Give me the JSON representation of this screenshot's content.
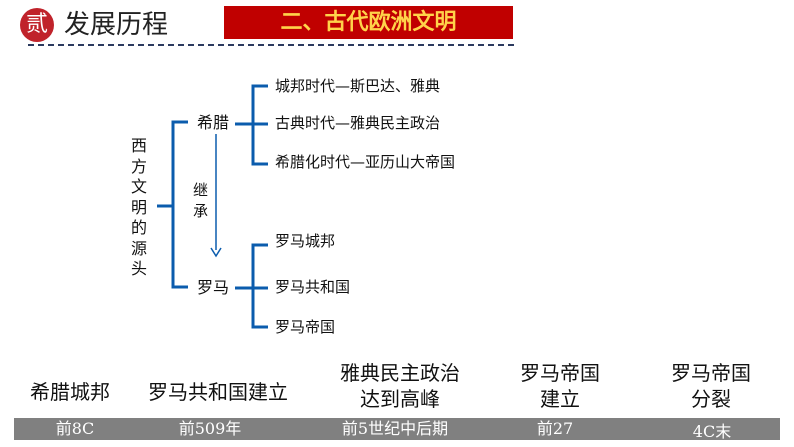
{
  "header": {
    "badge": "贰",
    "title": "发展历程",
    "banner": "二、古代欧洲文明"
  },
  "diagram": {
    "root": "西方文明的源头",
    "greece": {
      "label": "希腊",
      "items": [
        "城邦时代—斯巴达、雅典",
        "古典时代—雅典民主政治",
        "希腊化时代—亚历山大帝国"
      ]
    },
    "inherit": "继承",
    "rome": {
      "label": "罗马",
      "items": [
        "罗马城邦",
        "罗马共和国",
        "罗马帝国"
      ]
    }
  },
  "timeline": [
    {
      "event": "希腊城邦",
      "date": "前8C"
    },
    {
      "event": "罗马共和国建立",
      "date": "前509年"
    },
    {
      "event": "雅典民主政治达到高峰",
      "event_lines": [
        "雅典民主政治",
        "达到高峰"
      ],
      "date": "前5世纪中后期"
    },
    {
      "event_lines": [
        "罗马帝国",
        "建立"
      ],
      "date": "前27"
    },
    {
      "event_lines": [
        "罗马帝国",
        "分裂"
      ],
      "date": "4C末"
    }
  ],
  "colors": {
    "accent": "#c00000",
    "line": "#0b5cad",
    "bar": "#808080"
  }
}
